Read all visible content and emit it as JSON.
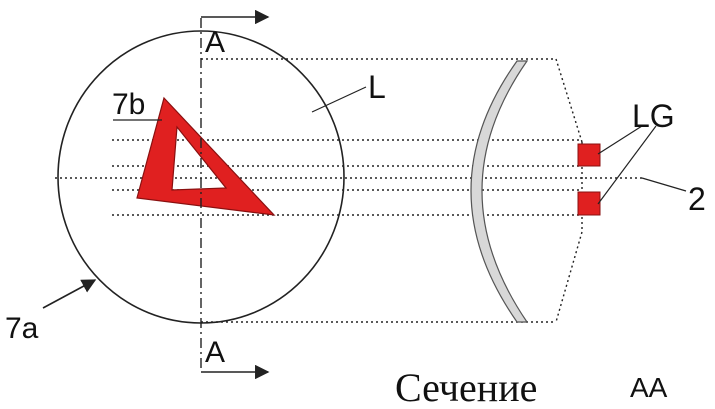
{
  "labels": {
    "section_top": "A",
    "section_bottom": "A",
    "lens": "L",
    "triangle": "7b",
    "circle": "7a",
    "light_guides": "LG",
    "axis": "2",
    "caption_word": "Сечение",
    "caption_code": "AA"
  },
  "colors": {
    "triangle_fill": "#e02020",
    "triangle_stroke": "#8a1010",
    "lens_fill": "#d8d8d8",
    "line": "#222222"
  },
  "icons": {
    "section_arrow": "arrow-right-icon",
    "pointer_arrow": "arrow-up-right-icon"
  }
}
